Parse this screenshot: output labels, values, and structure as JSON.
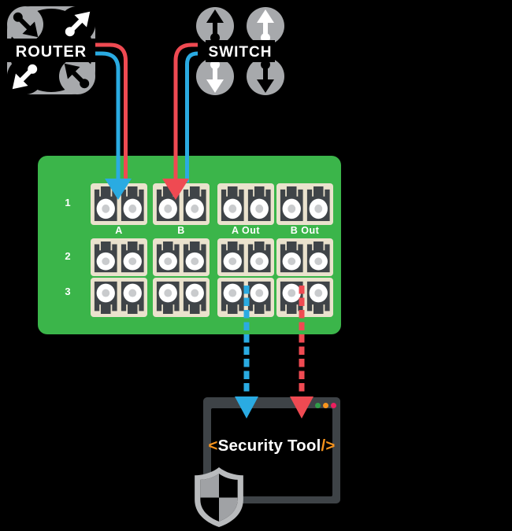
{
  "title": "Network TAP to Security Tool diagram",
  "background": "#000000",
  "colors": {
    "panel_green": "#3bb54a",
    "flow_blue": "#2aabe2",
    "flow_red": "#ef4a52",
    "accent_orange": "#f7941d",
    "device_gray": "#a7a9ac",
    "dark_gray": "#3e4347",
    "port_beige": "#eae2cd",
    "dot_green": "#2f9e48",
    "dot_orange": "#f7941d",
    "dot_pink": "#ec1e5e"
  },
  "nodes": {
    "router": {
      "label": "ROUTER",
      "icon": "router-icon"
    },
    "switch": {
      "label": "SWITCH",
      "icon": "switch-icon"
    },
    "tap": {
      "row_labels": [
        "1",
        "2",
        "3"
      ],
      "port_group_labels": [
        "A",
        "B",
        "A Out",
        "B Out"
      ],
      "rows": 3,
      "groups_per_row": 4,
      "connectors_per_group": 2
    },
    "security_tool": {
      "label_prefix": "<",
      "label": "Security Tool",
      "label_suffix": "/>",
      "icon": "shield-icon",
      "window_dots": [
        "green",
        "orange",
        "pink"
      ]
    }
  },
  "connections": [
    {
      "from": "router",
      "to": "tap-port-a",
      "color": "blue",
      "style": "solid",
      "arrowhead": true
    },
    {
      "from": "router",
      "to": "tap-port-a",
      "color": "red",
      "style": "solid",
      "arrowhead": false
    },
    {
      "from": "switch",
      "to": "tap-port-b",
      "color": "red",
      "style": "solid",
      "arrowhead": true
    },
    {
      "from": "switch",
      "to": "tap-port-b",
      "color": "blue",
      "style": "solid",
      "arrowhead": false
    },
    {
      "from": "tap-port-a-out",
      "to": "security-tool",
      "color": "blue",
      "style": "dashed",
      "arrowhead": true
    },
    {
      "from": "tap-port-b-out",
      "to": "security-tool",
      "color": "red",
      "style": "dashed",
      "arrowhead": true
    }
  ]
}
